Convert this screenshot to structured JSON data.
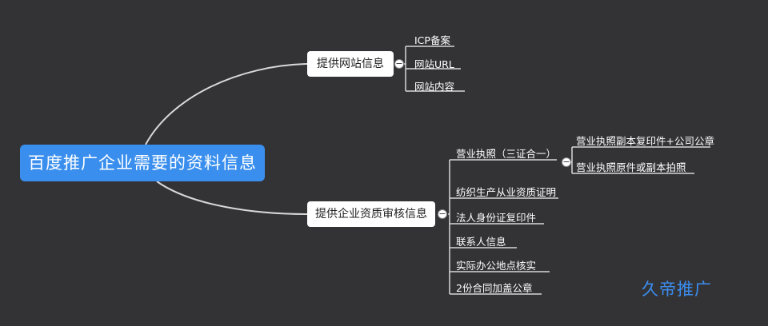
{
  "root": {
    "label": "百度推广企业需要的资料信息"
  },
  "branches": [
    {
      "label": "提供网站信息",
      "children": [
        {
          "label": "ICP备案"
        },
        {
          "label": "网站URL"
        },
        {
          "label": "网站内容"
        }
      ]
    },
    {
      "label": "提供企业资质审核信息",
      "children": [
        {
          "label": "营业执照（三证合一）",
          "children": [
            {
              "label": "营业执照副本复印件+公司公章"
            },
            {
              "label": "营业执照原件或副本拍照"
            }
          ]
        },
        {
          "label": "纺织生产从业资质证明"
        },
        {
          "label": "法人身份证复印件"
        },
        {
          "label": "联系人信息"
        },
        {
          "label": "实际办公地点核实"
        },
        {
          "label": "2份合同加盖公章"
        }
      ]
    }
  ],
  "watermark": "久帝推广",
  "colors": {
    "background": "#333336",
    "root": "#3a8fee",
    "line": "#d8d8d8",
    "watermark": "#3b8ef0"
  }
}
